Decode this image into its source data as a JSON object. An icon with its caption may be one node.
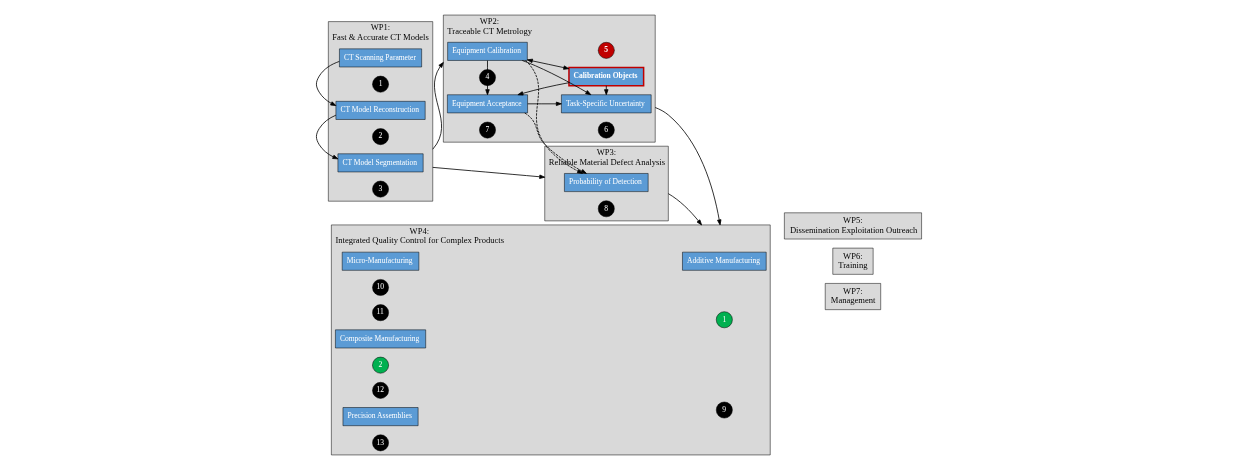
{
  "diagram": {
    "nodes": [
      {
        "text": [
          "WP1:",
          "Fast & Accurate CT Models"
        ]
      },
      {
        "text": [
          "CT Scanning Parameter"
        ],
        "in": 0
      },
      {
        "text": [
          "1"
        ],
        "in": 0
      },
      {
        "text": [
          "CT Model Reconstruction"
        ],
        "in": 0
      },
      {
        "text": [
          "2"
        ],
        "in": 0
      },
      {
        "text": [
          "CT Model Segmentation"
        ],
        "in": 0
      },
      {
        "text": [
          "3"
        ],
        "in": 0
      },
      {
        "text": [
          "WP2:",
          "Traceable CT Metrology"
        ]
      },
      {
        "text": [
          "Equipment Calibration"
        ],
        "in": 7
      },
      {
        "text": [
          "4"
        ],
        "in": 7
      },
      {
        "text": [
          "Calibration Objects"
        ],
        "in": 7
      },
      {
        "text": [
          "5"
        ],
        "in": 7
      },
      {
        "text": [
          "Equipment Acceptance"
        ],
        "in": 7
      },
      {
        "text": [
          "7"
        ],
        "in": 7
      },
      {
        "text": [
          "Task-Specific Uncertainty"
        ],
        "in": 7
      },
      {
        "text": [
          "6"
        ],
        "in": 7
      },
      {
        "text": [
          "WP3:",
          "Reliable Material Defect Analysis"
        ]
      },
      {
        "text": [
          "Probability of Detection"
        ],
        "in": 16
      },
      {
        "text": [
          "8"
        ],
        "in": 16
      },
      {
        "text": [
          "WP4:",
          "Integrated Quality Control for Complex Products"
        ]
      },
      {
        "text": [
          "Additive Manufacturing"
        ],
        "in": 19
      },
      {
        "text": [
          "1"
        ],
        "in": 19
      },
      {
        "text": [
          "9"
        ],
        "in": 19
      },
      {
        "text": [
          "Micro-Manufacturing"
        ],
        "in": 19
      },
      {
        "text": [
          "10"
        ],
        "in": 19
      },
      {
        "text": [
          "11"
        ],
        "in": 19
      },
      {
        "text": [
          "Composite Manufacturing"
        ],
        "in": 19
      },
      {
        "text": [
          "2"
        ],
        "in": 19
      },
      {
        "text": [
          "12"
        ],
        "in": 19
      },
      {
        "text": [
          "Precision Assemblies"
        ],
        "in": 19
      },
      {
        "text": [
          "13"
        ],
        "in": 19
      },
      {
        "text": [
          "WP5:",
          "Dissemination Exploitation Outreach"
        ]
      },
      {
        "text": [
          "WP6:",
          "Training"
        ]
      },
      {
        "text": [
          "WP7:",
          "Management"
        ]
      }
    ],
    "edges": [
      {
        "from": 1,
        "to": 3,
        "arrow": "to"
      },
      {
        "from": 3,
        "to": 5,
        "arrow": "to"
      },
      {
        "from": 8,
        "to": 10,
        "arrow": "both"
      },
      {
        "from": 10,
        "to": 12,
        "arrow": "to"
      },
      {
        "from": 8,
        "to": 14,
        "arrow": "to"
      },
      {
        "from": 10,
        "to": 14,
        "arrow": "to"
      },
      {
        "from": 8,
        "to": 12,
        "arrow": "to"
      },
      {
        "from": 12,
        "to": 14,
        "arrow": "to"
      },
      {
        "from": 8,
        "to": 17,
        "arrow": "to",
        "style": "dashed"
      },
      {
        "from": 12,
        "to": 17,
        "arrow": "to",
        "style": "dashed"
      },
      {
        "from": 0,
        "to": 7,
        "arrow": "to"
      },
      {
        "from": 0,
        "to": 16,
        "arrow": "to"
      },
      {
        "from": 7,
        "to": 19,
        "arrow": "to"
      },
      {
        "from": 16,
        "to": 19,
        "arrow": "to"
      }
    ]
  }
}
